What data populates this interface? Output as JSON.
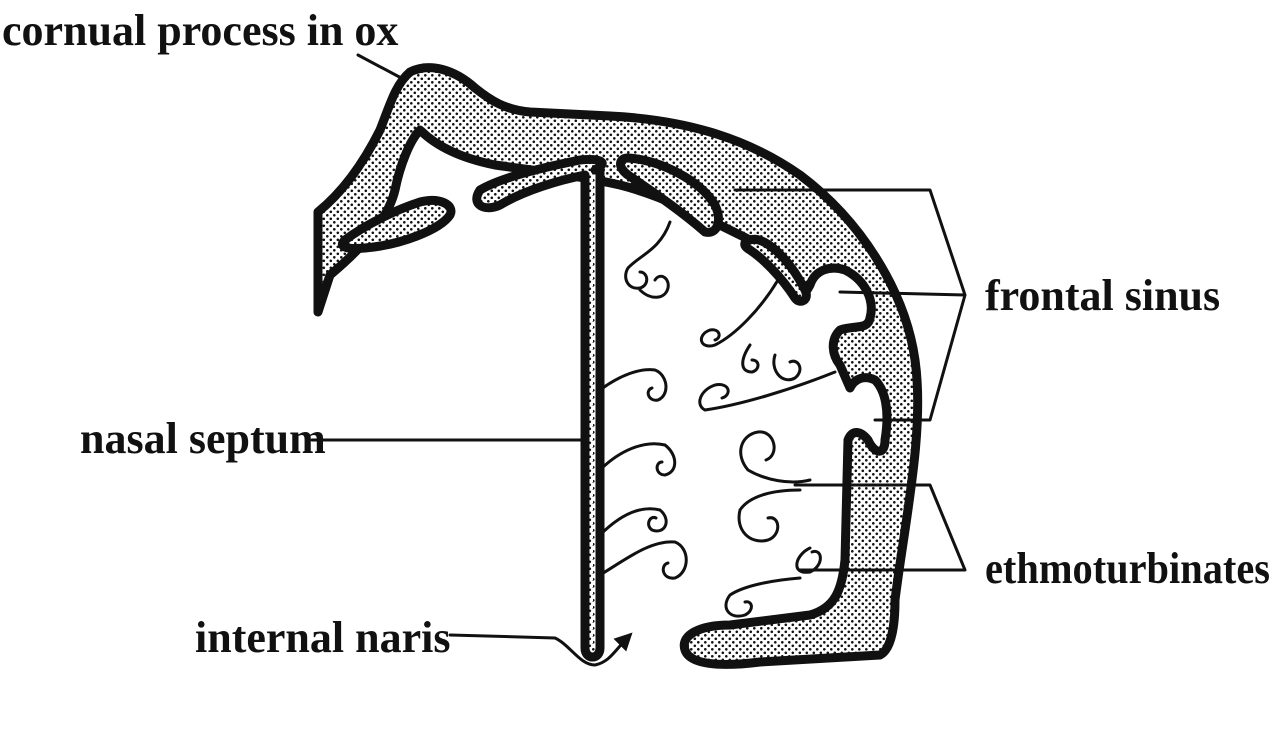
{
  "labels": {
    "cornual_process": "cornual process in ox",
    "frontal_sinus": "frontal sinus",
    "nasal_septum": "nasal septum",
    "ethmoturbinates": "ethmoturbinates",
    "internal_naris": "internal naris"
  },
  "colors": {
    "ink": "#111111",
    "background": "#ffffff",
    "stipple_dot": "#111111"
  }
}
